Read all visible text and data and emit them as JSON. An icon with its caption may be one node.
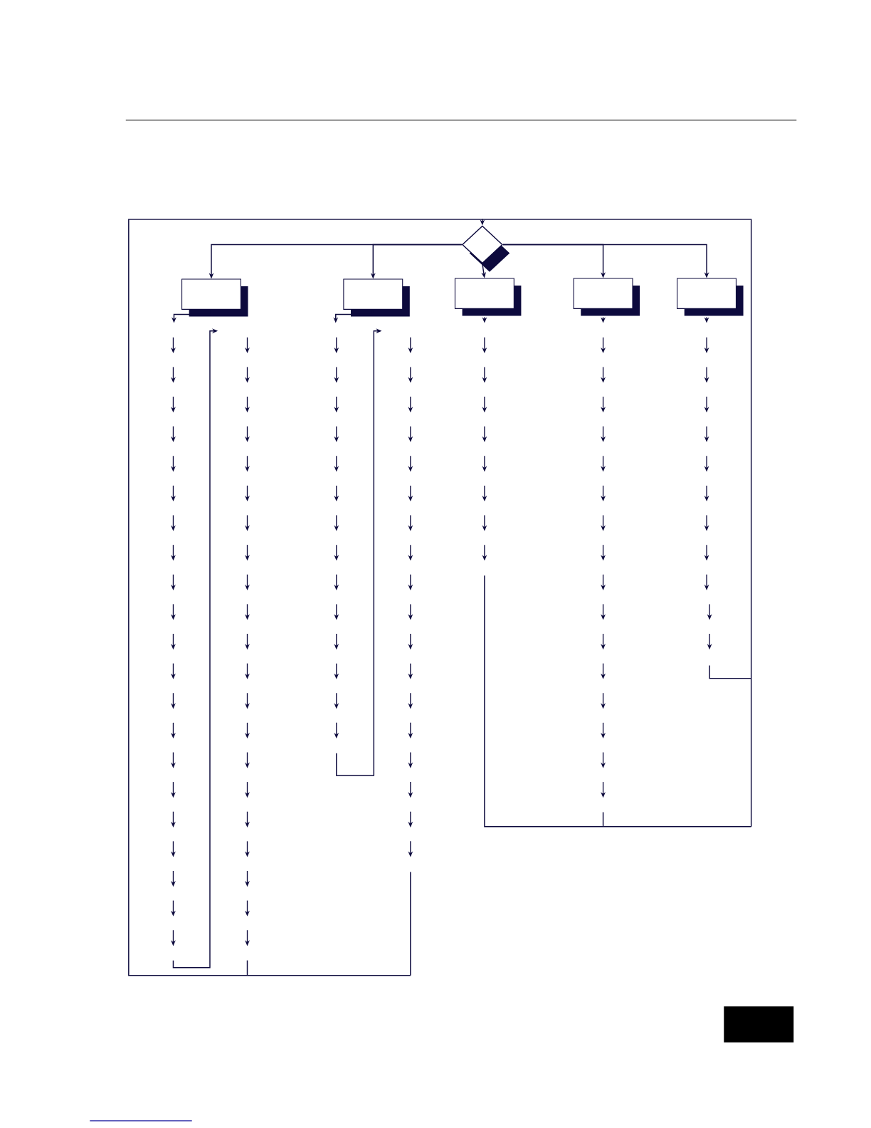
{
  "diagram": {
    "nodes": [
      {
        "text": [],
        "shape": "diamond"
      },
      {
        "text": [],
        "shape": "box"
      },
      {
        "text": [],
        "shape": "box"
      },
      {
        "text": [],
        "shape": "box"
      },
      {
        "text": [],
        "shape": "box"
      },
      {
        "text": [],
        "shape": "box"
      }
    ],
    "edges": [
      {
        "from": 0,
        "to": 1,
        "arrow": "to"
      },
      {
        "from": 0,
        "to": 2,
        "arrow": "to"
      },
      {
        "from": 0,
        "to": 3,
        "arrow": "to"
      },
      {
        "from": 0,
        "to": 4,
        "arrow": "to"
      },
      {
        "from": 0,
        "to": 5,
        "arrow": "to"
      },
      {
        "from": null,
        "to": 0,
        "arrow": "to"
      },
      {
        "from": 1,
        "to": null,
        "arrow": "to"
      },
      {
        "from": 2,
        "to": null,
        "arrow": "to"
      },
      {
        "from": 3,
        "to": null,
        "arrow": "to"
      },
      {
        "from": 4,
        "to": null,
        "arrow": "to"
      },
      {
        "from": 5,
        "to": null,
        "arrow": "to"
      }
    ]
  }
}
